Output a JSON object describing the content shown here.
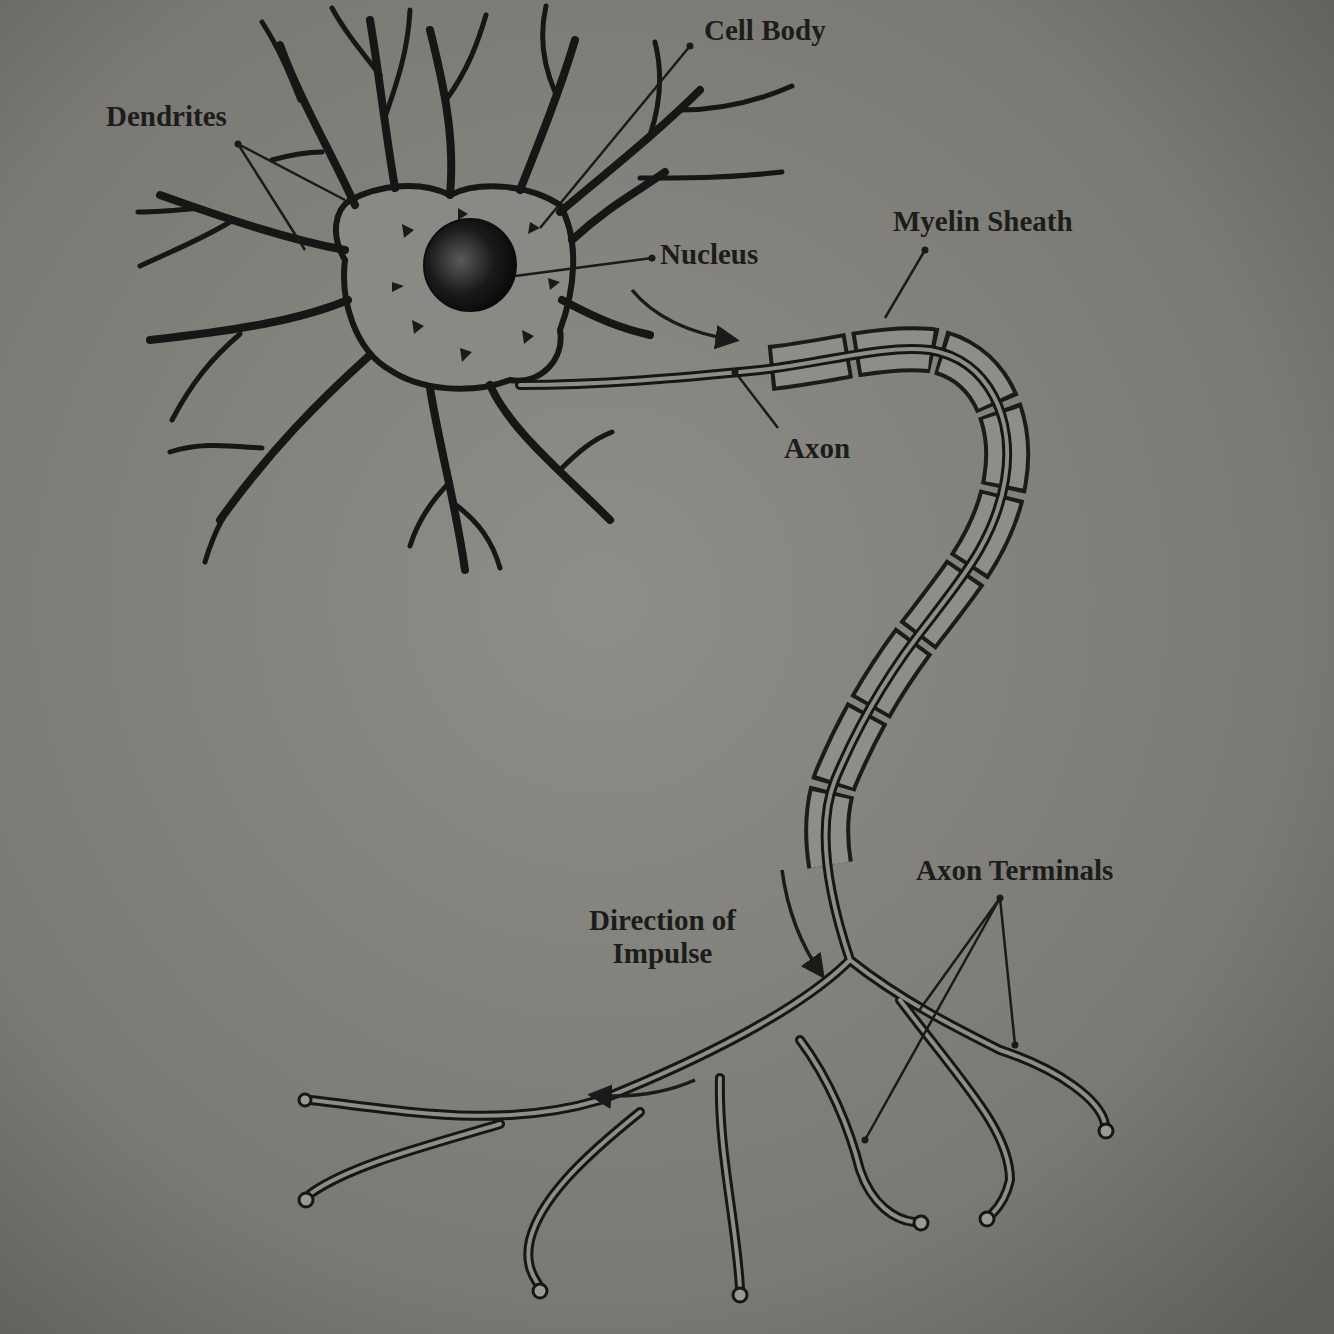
{
  "diagram": {
    "labels": [
      "Dendrites",
      "Cell Body",
      "Nucleus",
      "Myelin Sheath",
      "Axon",
      "Axon Terminals",
      "Direction of Impulse"
    ]
  }
}
